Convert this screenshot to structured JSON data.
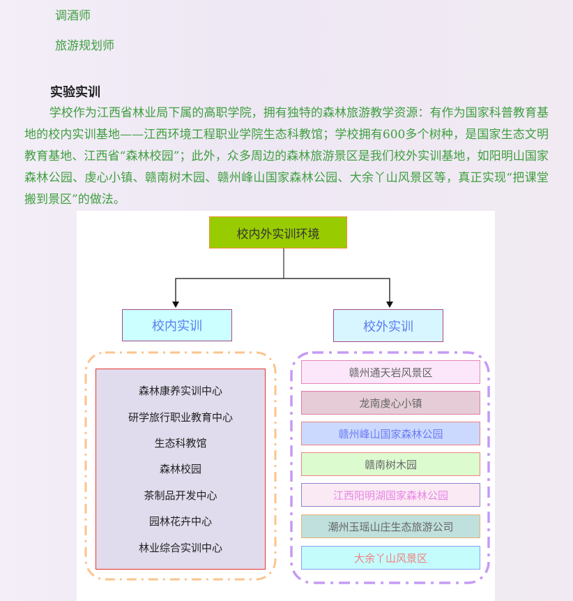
{
  "careers": [
    "调酒师",
    "旅游规划师"
  ],
  "section": {
    "heading": "实验实训",
    "paragraph": "学校作为江西省林业局下属的高职学院，拥有独特的森林旅游教学资源：有作为国家科普教育基地的校内实训基地——江西环境工程职业学院生态科教馆；学校拥有600多个树种，是国家生态文明教育基地、江西省“森林校园”；此外，众多周边的森林旅游景区是我们校外实训基地，如阳明山国家森林公园、虔心小镇、赣南树木园、赣州峰山国家森林公园、大余丫山风景区等，真正实现“把课堂搬到景区”的做法。"
  },
  "diagram": {
    "root": "校内外实训环境",
    "left": {
      "title": "校内实训",
      "items": [
        "森林康养实训中心",
        "研学旅行职业教育中心",
        "生态科教馆",
        "森林校园",
        "茶制品开发中心",
        "园林花卉中心",
        "林业综合实训中心"
      ]
    },
    "right": {
      "title": "校外实训",
      "items": [
        {
          "label": "赣州通天岩风景区",
          "bg": "#fce6fa",
          "border": "#e884b8",
          "color": "#666666"
        },
        {
          "label": "龙南虔心小镇",
          "bg": "#e6ccd6",
          "border": "#e07aa8",
          "color": "#666666"
        },
        {
          "label": "赣州峰山国家森林公园",
          "bg": "#ccd9ff",
          "border": "#f08080",
          "color": "#6c7cf0"
        },
        {
          "label": "赣南树木园",
          "bg": "#dcfcd0",
          "border": "#f08080",
          "color": "#666666"
        },
        {
          "label": "江西阳明湖国家森林公园",
          "bg": "#faeaf3",
          "border": "#8c84c8",
          "color": "#e884e8"
        },
        {
          "label": "潮州玉瑶山庄生态旅游公司",
          "bg": "#bfe0dc",
          "border": "#f0b070",
          "color": "#666666"
        },
        {
          "label": "大余丫山风景区",
          "bg": "#c4fcfc",
          "border": "#8c9cf0",
          "color": "#f08080"
        }
      ]
    }
  }
}
